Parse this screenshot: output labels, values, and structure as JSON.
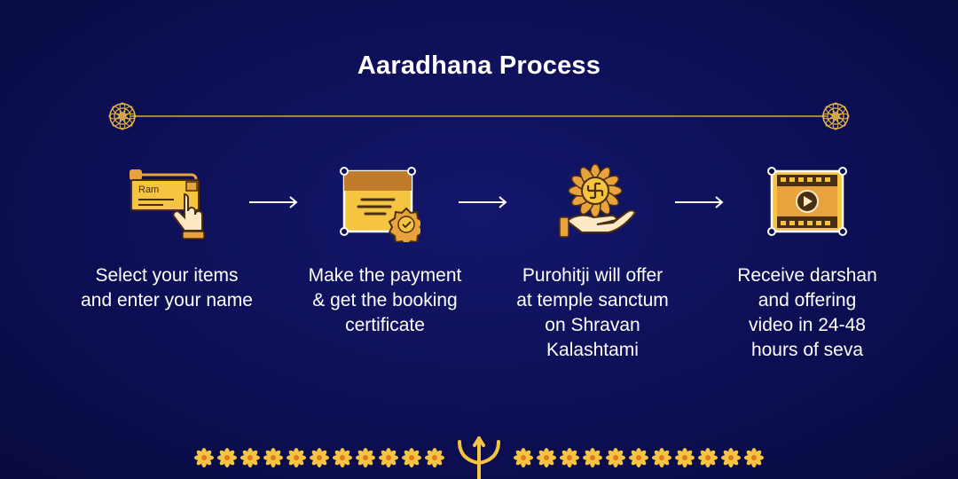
{
  "title": "Aaradhana Process",
  "steps": [
    {
      "icon": "name-card-pointing-hand-icon",
      "card_text": "Ram",
      "caption": "Select your items\nand enter your name"
    },
    {
      "icon": "certificate-badge-icon",
      "caption": "Make the payment\n& get the booking\ncertificate"
    },
    {
      "icon": "swastika-offering-hand-icon",
      "caption": "Purohitji will offer\nat temple sanctum\non Shravan\nKalashtami"
    },
    {
      "icon": "video-film-play-icon",
      "caption": "Receive darshan\nand offering\nvideo in 24-48\nhours of seva"
    }
  ],
  "colors": {
    "background": "#0d0f55",
    "gold": "#f5c542",
    "accent_orange": "#e8a33c",
    "dark_brown": "#4a2e12",
    "text": "#ffffff"
  }
}
